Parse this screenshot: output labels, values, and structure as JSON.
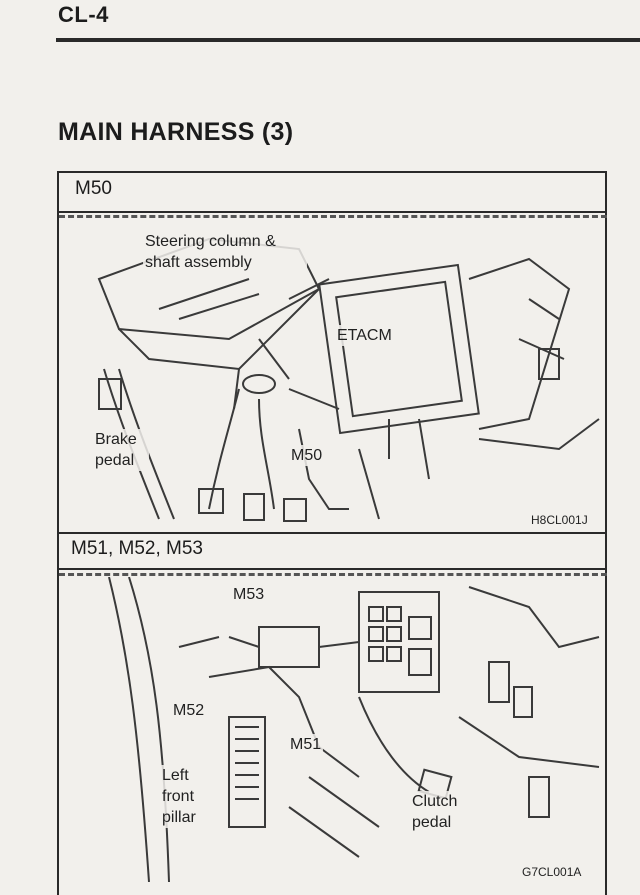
{
  "header": {
    "page_id": "CL-4"
  },
  "section": {
    "title": "MAIN HARNESS (3)"
  },
  "panels": [
    {
      "label": "M50",
      "figure_code": "H8CL001J",
      "callouts": {
        "steering": "Steering column & shaft assembly",
        "etacm": "ETACM",
        "brake": "Brake pedal",
        "m50": "M50"
      }
    },
    {
      "label": "M51, M52, M53",
      "figure_code": "G7CL001A",
      "callouts": {
        "m53": "M53",
        "m52": "M52",
        "m51": "M51",
        "pillar": "Left front pillar",
        "clutch": "Clutch pedal"
      }
    }
  ]
}
